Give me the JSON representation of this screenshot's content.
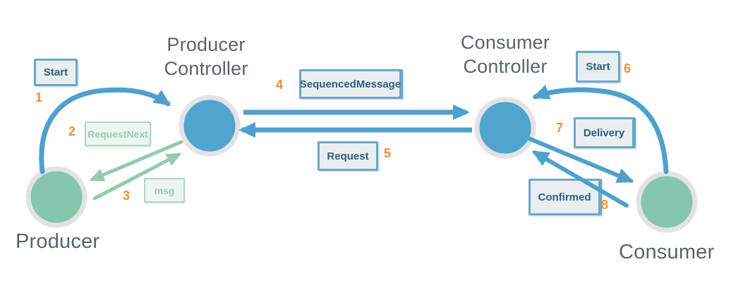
{
  "diagram_type": "sequence-flow",
  "background": "#ffffff",
  "colors": {
    "arrow_blue": "#4fa0cc",
    "arrow_green": "#90ccab",
    "node_fill_blue": "#50a4cd",
    "node_fill_green": "#85c6ad",
    "node_ring_gray": "#e3e3e5",
    "box_bg_blue": "#e9eef0",
    "box_border_blue": "#6ca7c5",
    "box_text_blue": "#2d5f7e",
    "box_bg_green": "#eef5f0",
    "box_border_green": "#abd8c2",
    "box_text_green": "#95cfb1",
    "step_number_orange": "#ed9035",
    "node_label_gray": "#5a6370"
  },
  "nodes": [
    {
      "id": "producer",
      "label": "Producer",
      "kind": "endpoint",
      "color": "#85c6ad"
    },
    {
      "id": "producer-controller",
      "label": "Producer Controller",
      "kind": "controller",
      "color": "#50a4cd"
    },
    {
      "id": "consumer-controller",
      "label": "Consumer Controller",
      "kind": "controller",
      "color": "#50a4cd"
    },
    {
      "id": "consumer",
      "label": "Consumer",
      "kind": "endpoint",
      "color": "#85c6ad"
    }
  ],
  "messages": [
    {
      "step": "1",
      "label": "Start",
      "from": "Producer",
      "to": "Producer Controller",
      "theme": "blue"
    },
    {
      "step": "2",
      "label": "RequestNext",
      "from": "Producer Controller",
      "to": "Producer",
      "theme": "green"
    },
    {
      "step": "3",
      "label": "msg",
      "from": "Producer",
      "to": "Producer Controller",
      "theme": "green"
    },
    {
      "step": "4",
      "label": "SequencedMessage",
      "from": "Producer Controller",
      "to": "Consumer Controller",
      "theme": "blue"
    },
    {
      "step": "5",
      "label": "Request",
      "from": "Consumer Controller",
      "to": "Producer Controller",
      "theme": "blue"
    },
    {
      "step": "6",
      "label": "Start",
      "from": "Consumer",
      "to": "Consumer Controller",
      "theme": "blue"
    },
    {
      "step": "7",
      "label": "Delivery",
      "from": "Consumer Controller",
      "to": "Consumer",
      "theme": "blue"
    },
    {
      "step": "8",
      "label": "Confirmed",
      "from": "Consumer",
      "to": "Consumer Controller",
      "theme": "blue"
    }
  ]
}
